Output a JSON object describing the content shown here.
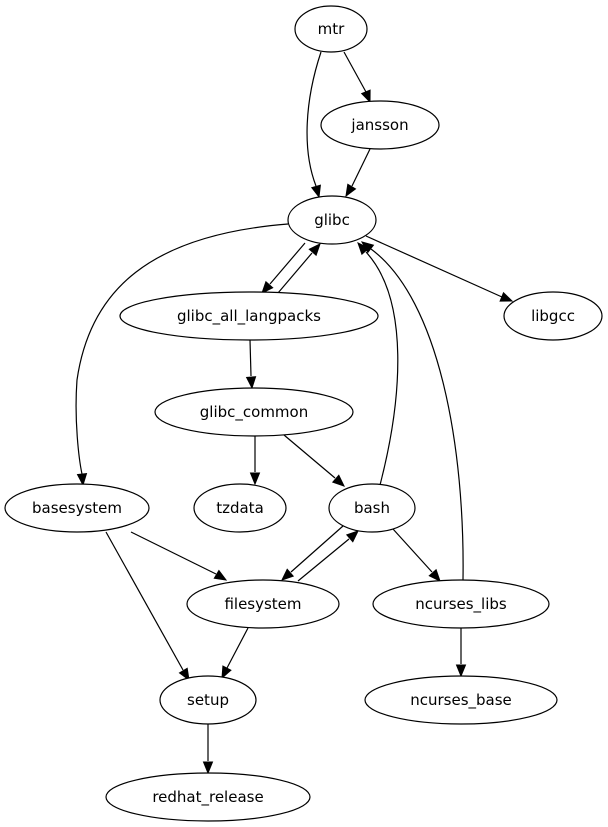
{
  "graph": {
    "type": "directed",
    "nodes": [
      {
        "id": "mtr",
        "label": "mtr"
      },
      {
        "id": "jansson",
        "label": "jansson"
      },
      {
        "id": "glibc",
        "label": "glibc"
      },
      {
        "id": "glibc_all_langpacks",
        "label": "glibc_all_langpacks"
      },
      {
        "id": "libgcc",
        "label": "libgcc"
      },
      {
        "id": "glibc_common",
        "label": "glibc_common"
      },
      {
        "id": "basesystem",
        "label": "basesystem"
      },
      {
        "id": "tzdata",
        "label": "tzdata"
      },
      {
        "id": "bash",
        "label": "bash"
      },
      {
        "id": "filesystem",
        "label": "filesystem"
      },
      {
        "id": "ncurses_libs",
        "label": "ncurses_libs"
      },
      {
        "id": "setup",
        "label": "setup"
      },
      {
        "id": "ncurses_base",
        "label": "ncurses_base"
      },
      {
        "id": "redhat_release",
        "label": "redhat_release"
      }
    ],
    "edges": [
      {
        "from": "mtr",
        "to": "jansson"
      },
      {
        "from": "mtr",
        "to": "glibc"
      },
      {
        "from": "jansson",
        "to": "glibc"
      },
      {
        "from": "glibc",
        "to": "glibc_all_langpacks"
      },
      {
        "from": "glibc_all_langpacks",
        "to": "glibc"
      },
      {
        "from": "glibc",
        "to": "libgcc"
      },
      {
        "from": "glibc",
        "to": "basesystem"
      },
      {
        "from": "glibc_all_langpacks",
        "to": "glibc_common"
      },
      {
        "from": "glibc_common",
        "to": "tzdata"
      },
      {
        "from": "glibc_common",
        "to": "bash"
      },
      {
        "from": "bash",
        "to": "glibc"
      },
      {
        "from": "ncurses_libs",
        "to": "glibc"
      },
      {
        "from": "basesystem",
        "to": "filesystem"
      },
      {
        "from": "basesystem",
        "to": "setup"
      },
      {
        "from": "bash",
        "to": "filesystem"
      },
      {
        "from": "filesystem",
        "to": "bash"
      },
      {
        "from": "bash",
        "to": "ncurses_libs"
      },
      {
        "from": "filesystem",
        "to": "setup"
      },
      {
        "from": "ncurses_libs",
        "to": "ncurses_base"
      },
      {
        "from": "setup",
        "to": "redhat_release"
      }
    ]
  }
}
